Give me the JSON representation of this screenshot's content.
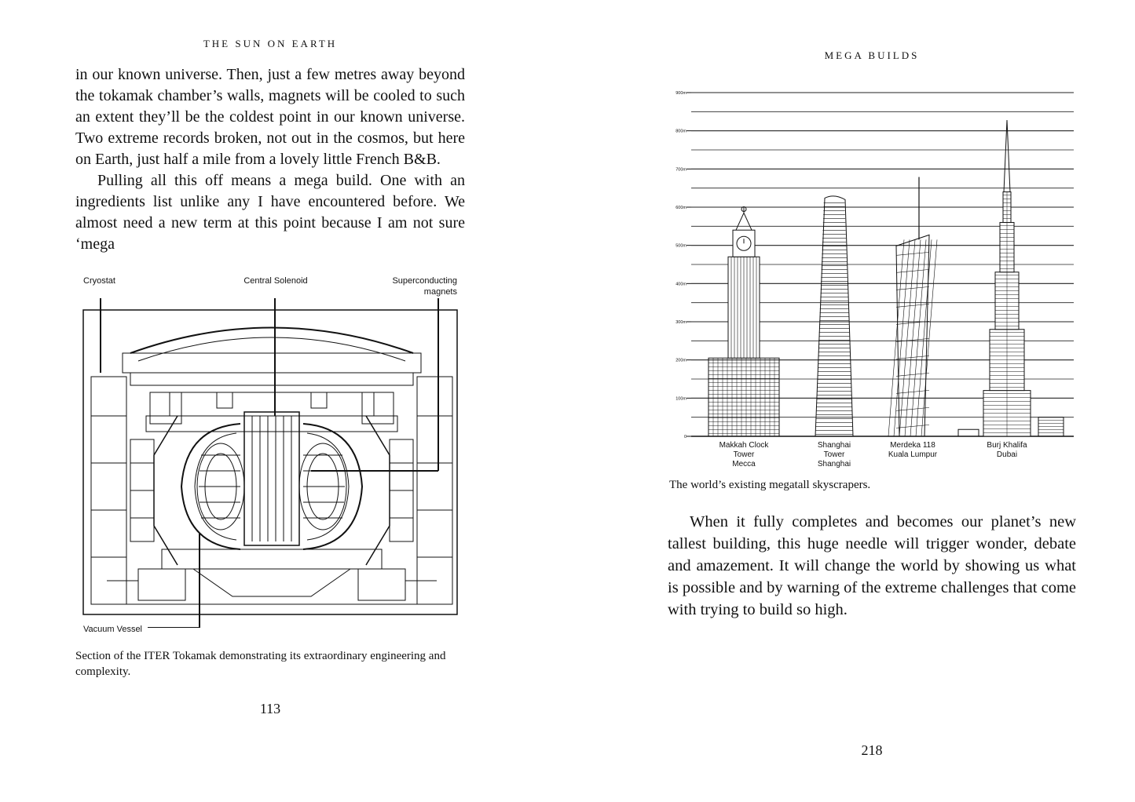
{
  "left_page": {
    "running_head": "THE SUN ON EARTH",
    "paragraphs": [
      "in our known universe. Then, just a few metres away beyond the tokamak chamber’s walls, magnets will be cooled to such an extent they’ll be the coldest point in our known universe. Two extreme records broken, not out in the cosmos, but here on Earth, just half a mile from a lovely little French B&B.",
      "Pulling all this off means a mega build. One with an ingredients list unlike any I have encountered before. We almost need a new term at this point because I am not sure ‘mega"
    ],
    "figure_labels": {
      "cryostat": "Cryostat",
      "central_solenoid": "Central Solenoid",
      "superconducting_magnets": "Superconducting magnets",
      "vacuum_vessel": "Vacuum Vessel"
    },
    "caption": "Section of the ITER Tokamak demonstrating its extraordinary engineering and complexity.",
    "folio": "113"
  },
  "right_page": {
    "running_head": "MEGA BUILDS",
    "chart_data": {
      "type": "bar",
      "y_ticks": [
        "900m",
        "800m",
        "700m",
        "600m",
        "500m",
        "400m",
        "300m",
        "200m",
        "100m",
        "0"
      ],
      "ylim": [
        0,
        900
      ],
      "grid": true,
      "categories": [
        "Makkah Clock Tower Mecca",
        "Shanghai Tower Shanghai",
        "Merdeka 118 Kuala Lumpur",
        "Burj Khalifa Dubai"
      ],
      "category_lines": [
        [
          "Makkah Clock",
          "Tower",
          "Mecca"
        ],
        [
          "Shanghai",
          "Tower",
          "Shanghai"
        ],
        [
          "Merdeka 118",
          "Kuala Lumpur"
        ],
        [
          "Burj Khalifa",
          "Dubai"
        ]
      ],
      "values": [
        601,
        632,
        679,
        828
      ]
    },
    "caption": "The world’s existing megatall skyscrapers.",
    "paragraph": "When it fully completes and becomes our planet’s new tallest building, this huge needle will trigger wonder, debate and amazement. It will change the world by showing us what is possible and by warning of the extreme challenges that come with trying to build so high.",
    "folio": "218"
  }
}
